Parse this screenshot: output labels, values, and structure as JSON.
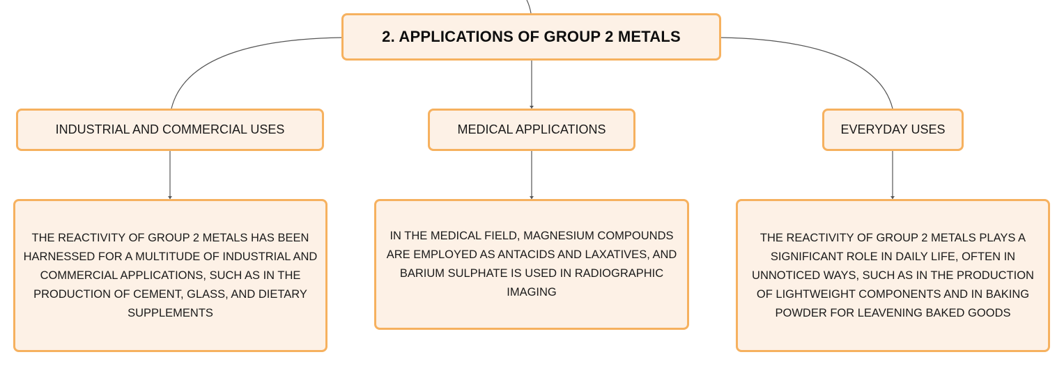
{
  "diagram": {
    "root": {
      "label": "2. APPLICATIONS OF GROUP 2 METALS"
    },
    "branches": [
      {
        "topic": "INDUSTRIAL AND COMMERCIAL USES",
        "detail": "THE REACTIVITY OF GROUP 2 METALS HAS BEEN HARNESSED FOR A MULTITUDE OF INDUSTRIAL AND COMMERCIAL APPLICATIONS, SUCH AS IN THE PRODUCTION OF CEMENT, GLASS, AND DIETARY SUPPLEMENTS"
      },
      {
        "topic": "MEDICAL APPLICATIONS",
        "detail": "IN THE MEDICAL FIELD, MAGNESIUM COMPOUNDS ARE EMPLOYED AS ANTACIDS AND LAXATIVES, AND BARIUM SULPHATE IS USED IN RADIOGRAPHIC IMAGING"
      },
      {
        "topic": "EVERYDAY USES",
        "detail": "THE REACTIVITY OF GROUP 2 METALS PLAYS A SIGNIFICANT ROLE IN DAILY LIFE, OFTEN IN UNNOTICED WAYS, SUCH AS IN THE PRODUCTION OF LIGHTWEIGHT COMPONENTS AND IN BAKING POWDER FOR LEAVENING BAKED GOODS"
      }
    ],
    "colors": {
      "node_fill": "#fdf1e6",
      "node_border": "#f6b15f",
      "connector": "#555555"
    }
  }
}
